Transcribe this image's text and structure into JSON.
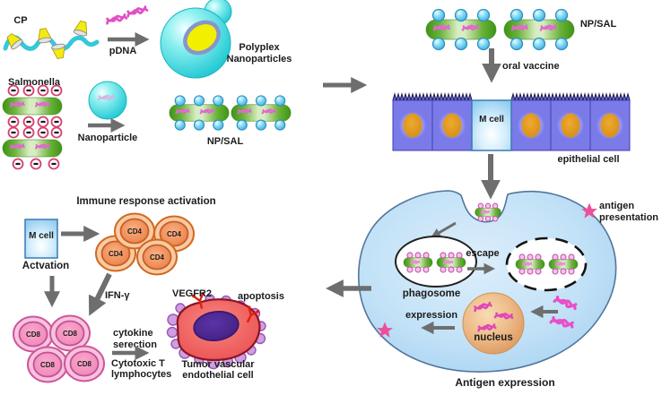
{
  "synthesis": {
    "cp": "CP",
    "pdna": "pDNA",
    "polyplex_line1": "Polyplex",
    "polyplex_line2": "Nanoparticles",
    "salmonella": "Salmonella",
    "nanoparticle": "Nanoparticle",
    "np_sal": "NP/SAL"
  },
  "delivery": {
    "np_sal": "NP/SAL",
    "oral_vaccine": "oral vaccine",
    "m_cell": "M cell",
    "epithelial_cell": "epithelial cell"
  },
  "antigen_cell": {
    "antigen_presentation_line1": "antigen",
    "antigen_presentation_line2": "presentation",
    "escape": "escape",
    "phagosome": "phagosome",
    "nucleus": "nucleus",
    "expression": "expression",
    "caption": "Antigen expression"
  },
  "immune": {
    "title": "Immune response activation",
    "m_cell": "M cell",
    "activation": "Actvation",
    "cd4": "CD4",
    "ifn_gamma": "IFN-γ",
    "cd8": "CD8",
    "cytokine_line1": "cytokine",
    "cytokine_line2": "serection",
    "ctl_line1": "Cytotoxic T",
    "ctl_line2": "lymphocytes",
    "vegfr2": "VEGFR2",
    "apoptosis": "apoptosis",
    "tumor_line1": "Tumor vascular",
    "tumor_line2": "endothelial cell"
  },
  "colors": {
    "arrow": "#6e6e6e",
    "cyan_sphere": "#2fd2d8",
    "magenta_dna": "#e14fc4",
    "green_rod": "#46a018",
    "blue_dot": "#5cc2ea",
    "epithelial_purple": "#7a7ae8",
    "m_cell_blue": "#aadcf7",
    "big_cell_blue": "#bfe0f6",
    "nucleus_orange": "#eebb88",
    "cd4_orange": "#ec8048",
    "cd8_pink": "#f287b8",
    "tumor_red": "#ee5a5c",
    "star_pink": "#ee4f9a",
    "receptor_red": "#e0200a"
  }
}
